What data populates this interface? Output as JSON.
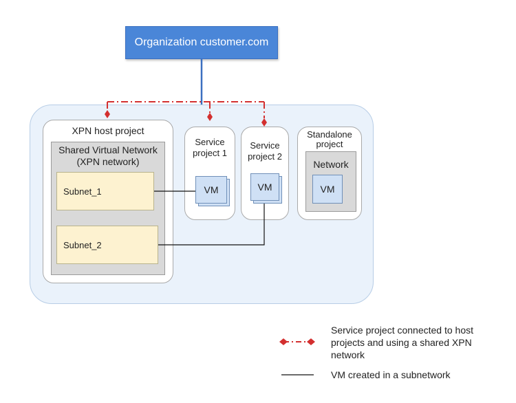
{
  "organization": {
    "label": "Organization customer.com"
  },
  "host_project": {
    "title": "XPN host project",
    "shared_network_title": "Shared Virtual Network",
    "shared_network_subtitle": "(XPN network)",
    "subnets": [
      "Subnet_1",
      "Subnet_2"
    ]
  },
  "service_projects": [
    {
      "label_line1": "Service",
      "label_line2": "project 1",
      "vm": "VM"
    },
    {
      "label_line1": "Service",
      "label_line2": "project 2",
      "vm": "VM"
    }
  ],
  "standalone_project": {
    "label_line1": "Standalone",
    "label_line2": "project",
    "network": "Network",
    "vm": "VM"
  },
  "legend": {
    "dashed_line1": "Service project connected to host",
    "dashed_line2": "projects and using a shared XPN",
    "dashed_line3": "network",
    "solid": "VM created in a subnetwork"
  },
  "colors": {
    "accent_blue": "#4a86d8",
    "connection_red": "#d32f2f",
    "container_bg": "#eaf2fb",
    "subnet_fill": "#fdf2d0",
    "vm_fill": "#cfe0f5"
  }
}
